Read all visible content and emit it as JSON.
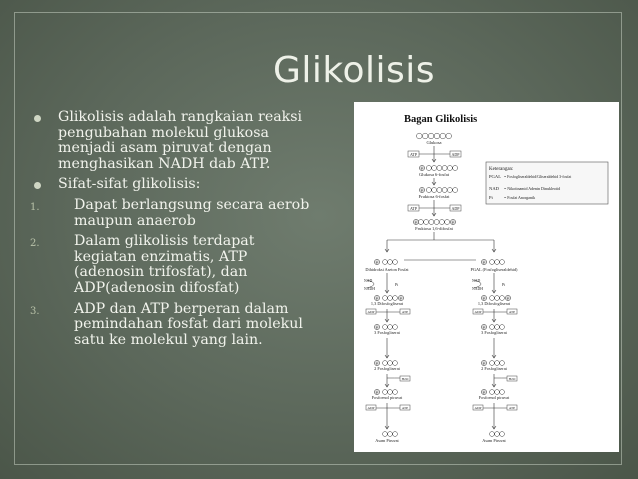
{
  "slide": {
    "title": "Glikolisis"
  },
  "content": {
    "bullets": [
      "Glikolisis adalah rangkaian reaksi pengubahan molekul glukosa menjadi asam piruvat dengan menghasikan NADH dab ATP.",
      "Sifat-sifat glikolisis:"
    ],
    "numbered": [
      {
        "num": "1.",
        "text": "Dapat berlangsung secara aerob maupun anaerob"
      },
      {
        "num": "2.",
        "text": "Dalam glikolisis terdapat kegiatan enzimatis, ATP (adenosin trifosfat), dan ADP(adenosin difosfat)"
      },
      {
        "num": "3.",
        "text": "ADP dan ATP berperan dalam pemindahan fosfat dari molekul satu ke molekul yang lain."
      }
    ]
  },
  "figure": {
    "title": "Bagan Glikolisis",
    "nodes": {
      "glukosa": "Glukosa",
      "g6p": "Glukosa 6-fosfat",
      "f6p": "Fruktosa 6-fosfat",
      "f16": "Fruktosa 1,6-difosfat",
      "dhap": "Dihidroksi Aseton Fosfat",
      "pgal": "PGAL (Fosfogliseraldehid)",
      "bpg": "1,3 Difosfogliserat",
      "pg3": "3 Fosfogliserat",
      "pg2": "2 Fosfogliserat",
      "pep": "Fosfoenol piruvat",
      "pyruvate": "Asam Piruvat"
    },
    "molecules": {
      "atp": "ATP",
      "adp": "ADP",
      "nad": "NAD",
      "nadh": "NADH",
      "h2o": "H2O",
      "p": "P",
      "pi": "Pi"
    },
    "legend": {
      "heading": "Keterangan:",
      "rows": [
        {
          "key": "PGAL",
          "text": "= Fosfogliseraldehid/Gliseraldehid 3-fosfat"
        },
        {
          "key": "NAD",
          "text": "= Nikotinamid Adenin Dinukleotid"
        },
        {
          "key": "Pi",
          "text": "= Fosfat Anorganik"
        }
      ]
    }
  }
}
